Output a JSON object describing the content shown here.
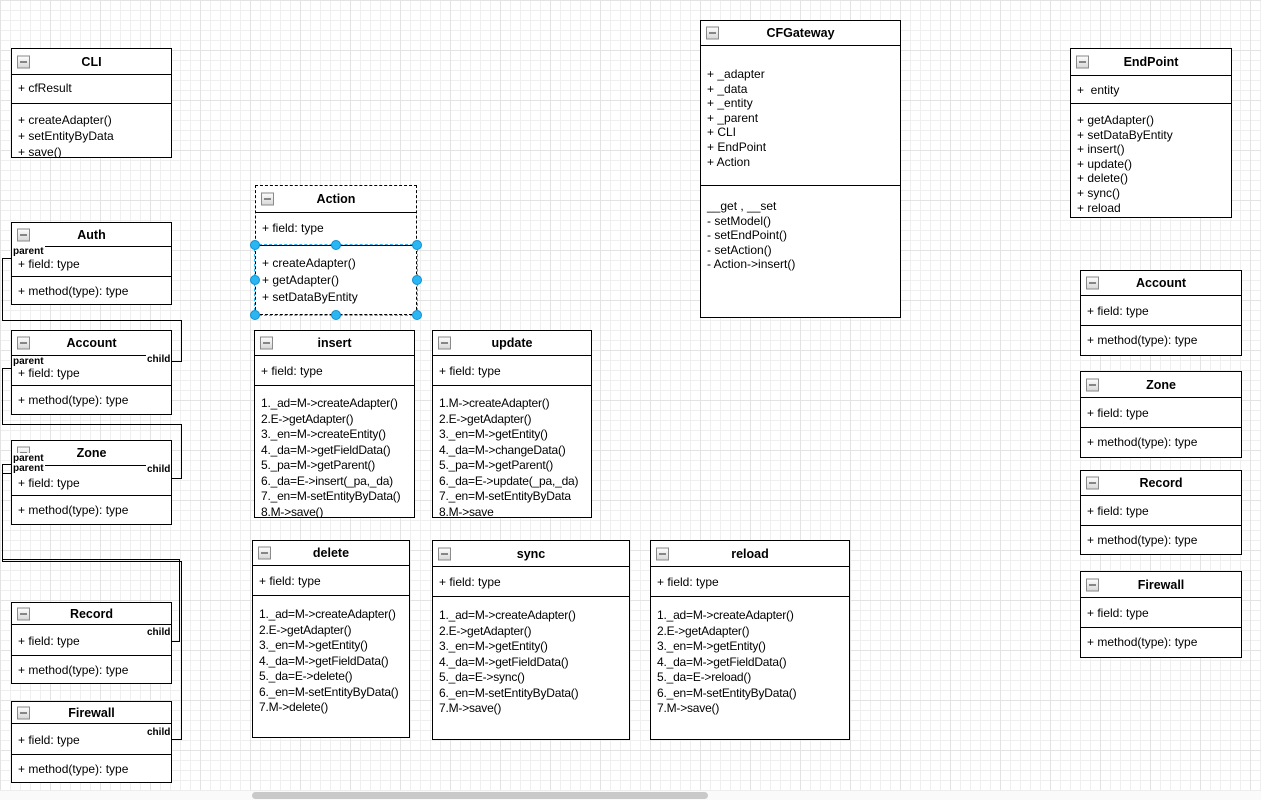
{
  "diagram": {
    "canvas": {
      "background": "#ffffff",
      "grid_color": "#efefef"
    },
    "selection": {
      "selected_class": "Action",
      "selected_compartment": "methods",
      "handle_color": "#29b6f2"
    },
    "classes": [
      {
        "id": "cli",
        "title": "CLI",
        "attributes": [
          "+ cfResult"
        ],
        "methods": [
          "+ createAdapter()",
          "+ setEntityByData",
          "+ save()"
        ]
      },
      {
        "id": "auth",
        "title": "Auth",
        "attributes": [
          "+ field: type"
        ],
        "methods": [
          "+ method(type): type"
        ]
      },
      {
        "id": "account-left",
        "title": "Account",
        "attributes": [
          "+ field: type"
        ],
        "methods": [
          "+ method(type): type"
        ]
      },
      {
        "id": "zone-left",
        "title": "Zone",
        "attributes": [
          "+ field: type"
        ],
        "methods": [
          "+ method(type): type"
        ]
      },
      {
        "id": "record-left",
        "title": "Record",
        "attributes": [
          "+ field: type"
        ],
        "methods": [
          "+ method(type): type"
        ]
      },
      {
        "id": "firewall-left",
        "title": "Firewall",
        "attributes": [
          "+ field: type"
        ],
        "methods": [
          "+ method(type): type"
        ]
      },
      {
        "id": "action",
        "title": "Action",
        "attributes": [
          "+ field: type"
        ],
        "methods": [
          "+ createAdapter()",
          "+ getAdapter()",
          "+ setDataByEntity"
        ]
      },
      {
        "id": "insert",
        "title": "insert",
        "attributes": [
          "+ field: type"
        ],
        "methods": [
          "1._ad=M->createAdapter()",
          "2.E->getAdapter()",
          "3._en=M->createEntity()",
          "4._da=M->getFieldData()",
          "5._pa=M->getParent()",
          "6._da=E->insert(_pa,_da)",
          "7._en=M-setEntityByData()",
          "8.M->save()"
        ]
      },
      {
        "id": "update",
        "title": "update",
        "attributes": [
          "+ field: type"
        ],
        "methods": [
          "1.M->createAdapter()",
          "2.E->getAdapter()",
          "3._en=M->getEntity()",
          "4._da=M->changeData()",
          "5._pa=M->getParent()",
          "6._da=E->update(_pa,_da)",
          "7._en=M-setEntityByData",
          "8.M->save"
        ]
      },
      {
        "id": "delete",
        "title": "delete",
        "attributes": [
          "+ field: type"
        ],
        "methods": [
          "1._ad=M->createAdapter()",
          "2.E->getAdapter()",
          "3._en=M->getEntity()",
          "4._da=M->getFieldData()",
          "5._da=E->delete()",
          "6._en=M-setEntityByData()",
          "7.M->delete()"
        ]
      },
      {
        "id": "sync",
        "title": "sync",
        "attributes": [
          "+ field: type"
        ],
        "methods": [
          "1._ad=M->createAdapter()",
          "2.E->getAdapter()",
          "3._en=M->getEntity()",
          "4._da=M->getFieldData()",
          "5._da=E->sync()",
          "6._en=M-setEntityByData()",
          "7.M->save()"
        ]
      },
      {
        "id": "reload",
        "title": "reload",
        "attributes": [
          "+ field: type"
        ],
        "methods": [
          "1._ad=M->createAdapter()",
          "2.E->getAdapter()",
          "3._en=M->getEntity()",
          "4._da=M->getFieldData()",
          "5._da=E->reload()",
          "6._en=M-setEntityByData()",
          "7.M->save()"
        ]
      },
      {
        "id": "cfgateway",
        "title": "CFGateway",
        "attributes": [
          "+ _adapter",
          "+ _data",
          "+ _entity",
          "+ _parent",
          "+ CLI",
          "+ EndPoint",
          "+ Action"
        ],
        "methods": [
          "__get , __set",
          "- setModel()",
          "- setEndPoint()",
          "- setAction()",
          "- Action->insert()"
        ]
      },
      {
        "id": "endpoint",
        "title": "EndPoint",
        "attributes": [
          "+  entity"
        ],
        "methods": [
          "+ getAdapter()",
          "+ setDataByEntity",
          "+ insert()",
          "+ update()",
          "+ delete()",
          "+ sync()",
          "+ reload"
        ]
      },
      {
        "id": "account-right",
        "title": "Account",
        "attributes": [
          "+ field: type"
        ],
        "methods": [
          "+ method(type): type"
        ]
      },
      {
        "id": "zone-right",
        "title": "Zone",
        "attributes": [
          "+ field: type"
        ],
        "methods": [
          "+ method(type): type"
        ]
      },
      {
        "id": "record-right",
        "title": "Record",
        "attributes": [
          "+ field: type"
        ],
        "methods": [
          "+ method(type): type"
        ]
      },
      {
        "id": "firewall-right",
        "title": "Firewall",
        "attributes": [
          "+ field: type"
        ],
        "methods": [
          "+ method(type): type"
        ]
      }
    ],
    "edges": [
      {
        "from": "Auth",
        "to": "Account",
        "source_label": "parent",
        "target_label": "child"
      },
      {
        "from": "Account",
        "to": "Zone",
        "source_label": "parent",
        "target_label": "child"
      },
      {
        "from": "Zone",
        "to": "Record",
        "source_label": "parent",
        "target_label": "child"
      },
      {
        "from": "Zone",
        "to": "Firewall",
        "source_label": "parent",
        "target_label": "child"
      }
    ]
  }
}
